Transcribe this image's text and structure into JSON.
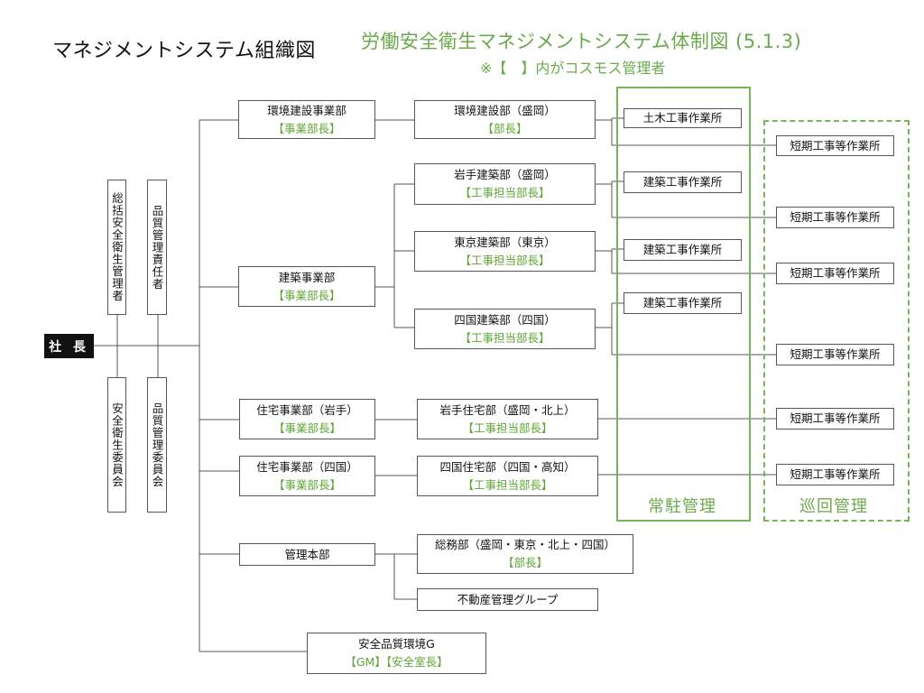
{
  "titles": {
    "left": "マネジメントシステム組織図",
    "right": "労働安全衛生マネジメントシステム体制図 (5.1.3)",
    "note": "※【　】内がコスモス管理者"
  },
  "president": "社 長",
  "left_roles": {
    "top_a": "総括安全衛生管理者",
    "top_b": "品質管理責任者",
    "bottom_a": "安全衛生委員会",
    "bottom_b": "品質管理委員会"
  },
  "divisions": {
    "env": {
      "name": "環境建設事業部",
      "role": "【事業部長】"
    },
    "arch": {
      "name": "建築事業部",
      "role": "【事業部長】"
    },
    "home_iwate": {
      "name": "住宅事業部（岩手）",
      "role": "【事業部長】"
    },
    "home_shikoku": {
      "name": "住宅事業部（四国）",
      "role": "【事業部長】"
    },
    "mgmt": {
      "name": "管理本部"
    },
    "safety": {
      "name": "安全品質環境G",
      "role": "【GM】【安全室長】"
    }
  },
  "departments": {
    "env_morioka": {
      "name": "環境建設部（盛岡）",
      "role": "【部長】"
    },
    "iwate_arch": {
      "name": "岩手建築部（盛岡）",
      "role": "【工事担当部長】"
    },
    "tokyo_arch": {
      "name": "東京建築部（東京）",
      "role": "【工事担当部長】"
    },
    "shikoku_arch": {
      "name": "四国建築部（四国）",
      "role": "【工事担当部長】"
    },
    "iwate_home": {
      "name": "岩手住宅部（盛岡・北上）",
      "role": "【工事担当部長】"
    },
    "shikoku_home": {
      "name": "四国住宅部（四国・高知）",
      "role": "【工事担当部長】"
    },
    "general": {
      "name": "総務部（盛岡・東京・北上・四国）",
      "role": "【部長】"
    },
    "realestate": {
      "name": "不動産管理グループ"
    }
  },
  "sites": {
    "civil": "土木工事作業所",
    "arch1": "建築工事作業所",
    "arch2": "建築工事作業所",
    "arch3": "建築工事作業所"
  },
  "short_sites": [
    "短期工事等作業所",
    "短期工事等作業所",
    "短期工事等作業所",
    "短期工事等作業所",
    "短期工事等作業所",
    "短期工事等作業所"
  ],
  "zones": {
    "resident": "常駐管理",
    "patrol": "巡回管理"
  },
  "colors": {
    "accent_green": "#6aaa4c",
    "role_green": "#5ea536",
    "line": "#555555",
    "president_bg": "#111111"
  }
}
